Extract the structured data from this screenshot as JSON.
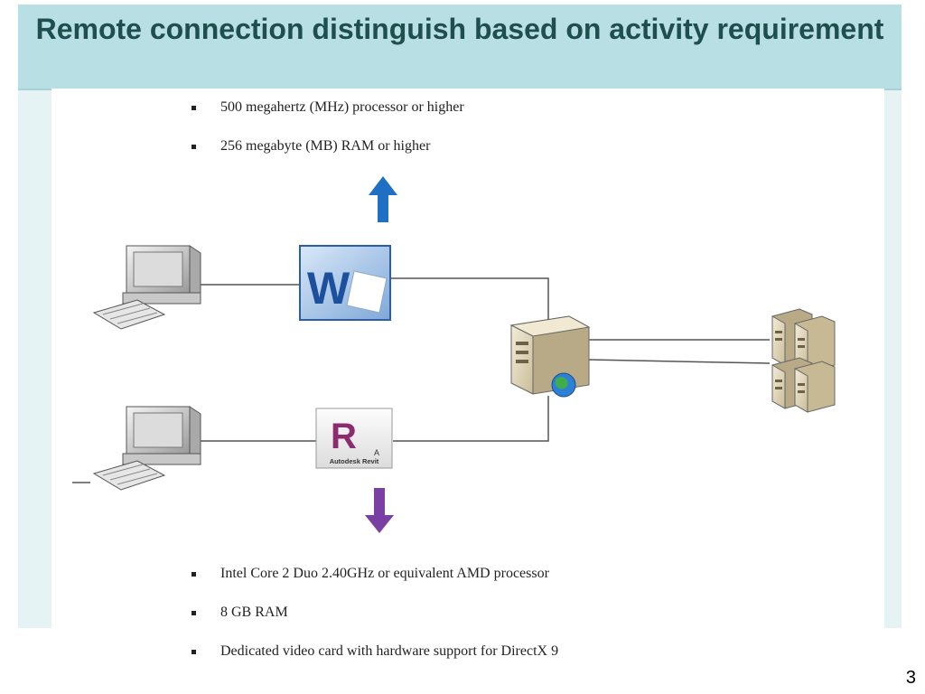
{
  "slide": {
    "title": "Remote connection distinguish based on activity requirement",
    "page_number": "3"
  },
  "top_requirements": [
    "500 megahertz (MHz) processor or higher",
    "256 megabyte (MB) RAM or higher"
  ],
  "bottom_requirements": [
    "Intel Core 2 Duo 2.40GHz or equivalent AMD processor",
    "8 GB RAM",
    "Dedicated video card with hardware support for DirectX 9"
  ],
  "apps": {
    "word_letter": "W",
    "revit_letter": "R",
    "revit_badge": "A",
    "revit_caption": "Autodesk Revit"
  },
  "colors": {
    "up_arrow": "#1f6fc5",
    "down_arrow": "#7a3fa2",
    "title_band": "#b8dfe3",
    "title_text": "#1f4e4e"
  },
  "icons": {
    "client_top": "desktop-computer-icon",
    "client_bottom": "desktop-computer-icon",
    "word": "microsoft-word-icon",
    "revit": "autodesk-revit-icon",
    "server": "server-globe-icon",
    "server_cluster": "server-cluster-icon",
    "up": "arrow-up-icon",
    "down": "arrow-down-icon"
  }
}
